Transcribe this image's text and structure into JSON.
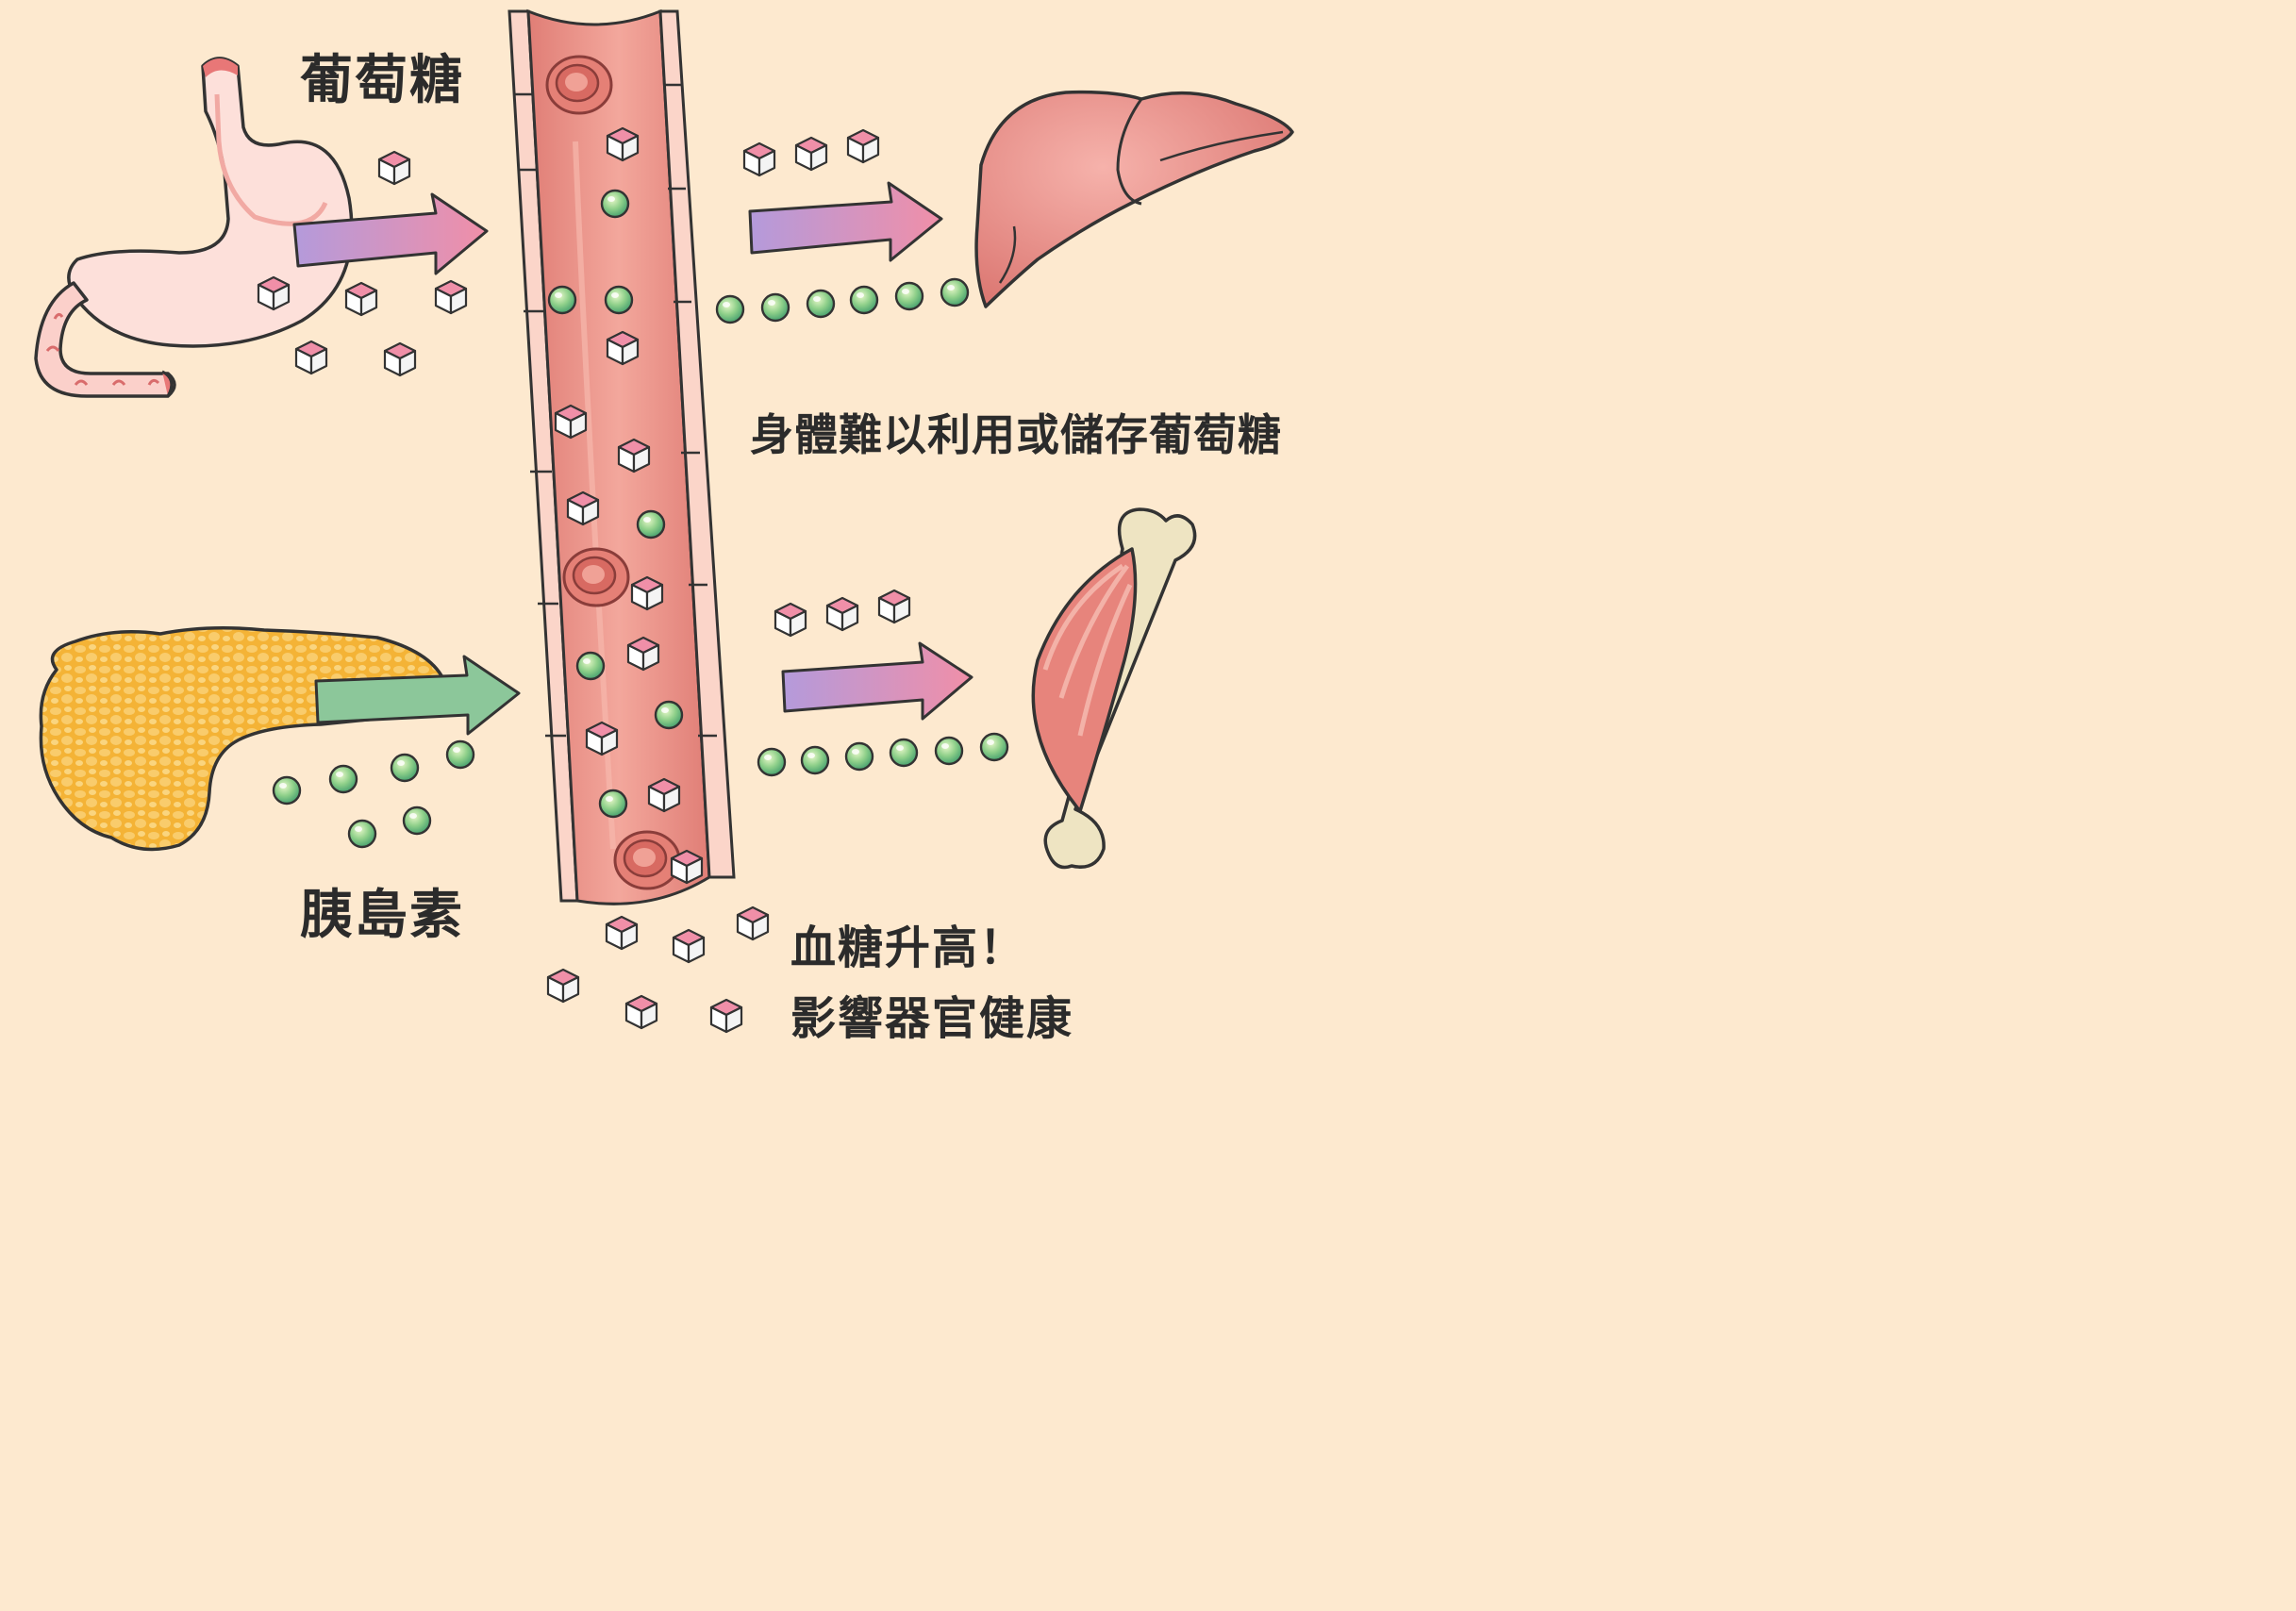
{
  "labels": {
    "glucose": "葡萄糖",
    "insulin": "胰島素",
    "body_cannot_use": "身體難以利用或儲存葡萄糖",
    "blood_sugar_rise": "血糖升高！",
    "affects_health": "影響器官健康"
  },
  "icons": [
    "stomach-icon",
    "pancreas-icon",
    "blood-vessel-icon",
    "liver-icon",
    "muscle-bone-icon",
    "sugar-cube-icon",
    "insulin-molecule-icon",
    "red-blood-cell-icon"
  ],
  "colors": {
    "background": "#fde9cf",
    "vessel": "#e8968c",
    "sugar_cube_top": "#f08fa8",
    "insulin": "#7cc47a",
    "arrow_pink_start": "#b49adb",
    "arrow_pink_end": "#f08fa8",
    "arrow_green": "#8cc79a",
    "pancreas": "#f7c14a"
  }
}
